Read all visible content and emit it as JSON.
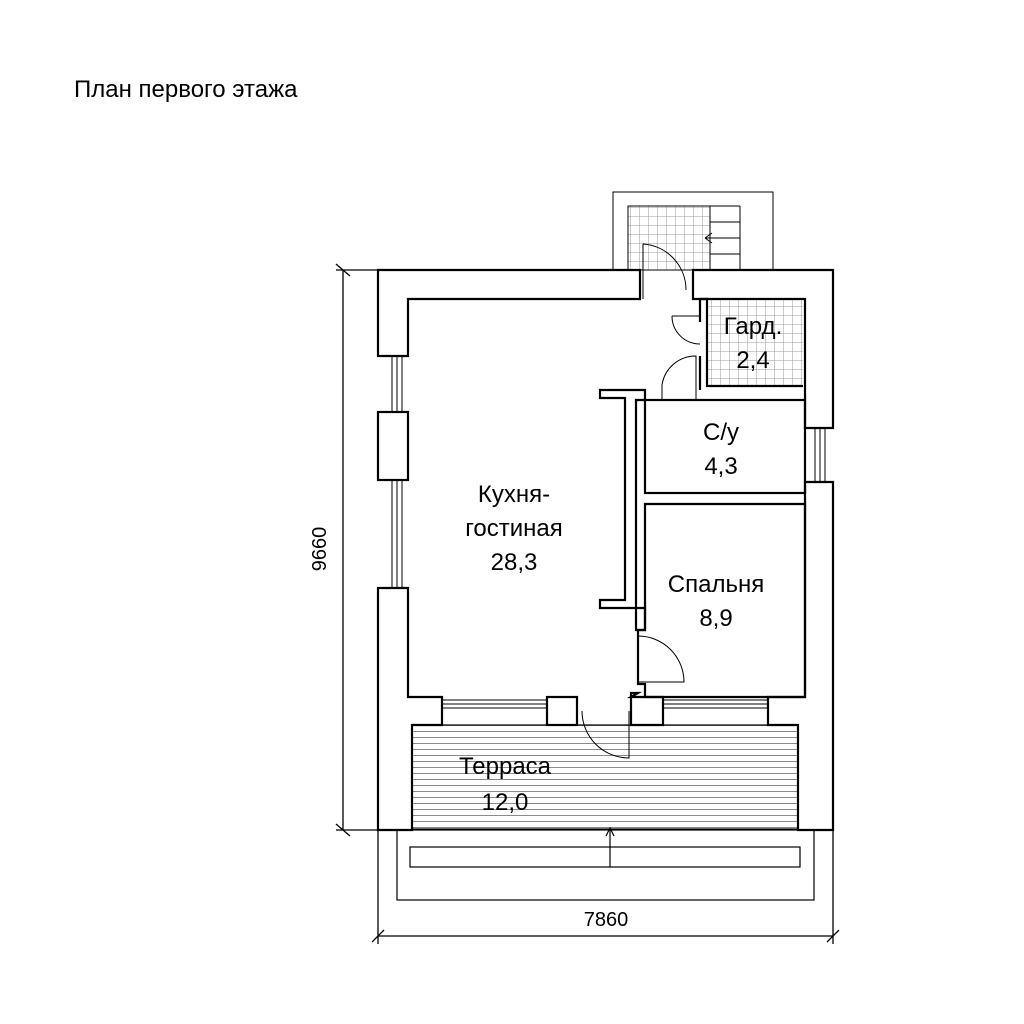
{
  "title": "План первого этажа",
  "rooms": {
    "living": {
      "name_line1": "Кухня-",
      "name_line2": "гостиная",
      "area": "28,3"
    },
    "wardrobe": {
      "name": "Гард.",
      "area": "2,4"
    },
    "bathroom": {
      "name": "С/у",
      "area": "4,3"
    },
    "bedroom": {
      "name": "Спальня",
      "area": "8,9"
    },
    "terrace": {
      "name": "Терраса",
      "area": "12,0"
    }
  },
  "dimensions": {
    "height": "9660",
    "width": "7860"
  },
  "colors": {
    "line": "#000000",
    "background": "#ffffff",
    "fill_pattern": "#999999"
  }
}
